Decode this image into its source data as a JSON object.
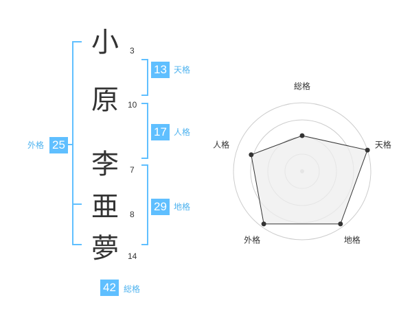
{
  "name": {
    "characters": [
      {
        "char": "小",
        "strokes": "3"
      },
      {
        "char": "原",
        "strokes": "10"
      },
      {
        "char": "李",
        "strokes": "7"
      },
      {
        "char": "亜",
        "strokes": "8"
      },
      {
        "char": "夢",
        "strokes": "14"
      }
    ]
  },
  "fortunes": {
    "tenkaku": {
      "label": "天格",
      "value": "13"
    },
    "jinkaku": {
      "label": "人格",
      "value": "17"
    },
    "chikaku": {
      "label": "地格",
      "value": "29"
    },
    "gaikaku": {
      "label": "外格",
      "value": "25"
    },
    "soukaku": {
      "label": "総格",
      "value": "42"
    }
  },
  "colors": {
    "accent": "#5fbfff",
    "accent_text": "#4fb3ef",
    "text": "#333333",
    "grid": "#cccccc",
    "polygon_fill": "#eeeeee"
  },
  "chart_data": {
    "type": "radar",
    "axes": [
      "総格",
      "天格",
      "地格",
      "外格",
      "人格"
    ],
    "values": [
      0.52,
      1.0,
      0.95,
      0.95,
      0.78
    ],
    "rings": 4,
    "grid": true
  }
}
